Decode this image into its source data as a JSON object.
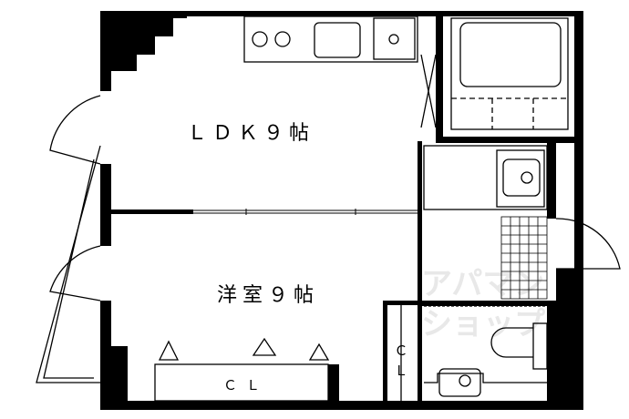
{
  "rooms": {
    "ldk": "ＬＤＫ９帖",
    "western": "洋室９帖",
    "closet_main": "ＣＬ",
    "closet_small_c": "Ｃ",
    "closet_small_l": "Ｌ"
  },
  "watermark": {
    "line1": "アパマン",
    "line2": "ショップ"
  },
  "colors": {
    "wall": "#000000",
    "fixture": "#000000",
    "watermark": "#e8e8e8"
  }
}
